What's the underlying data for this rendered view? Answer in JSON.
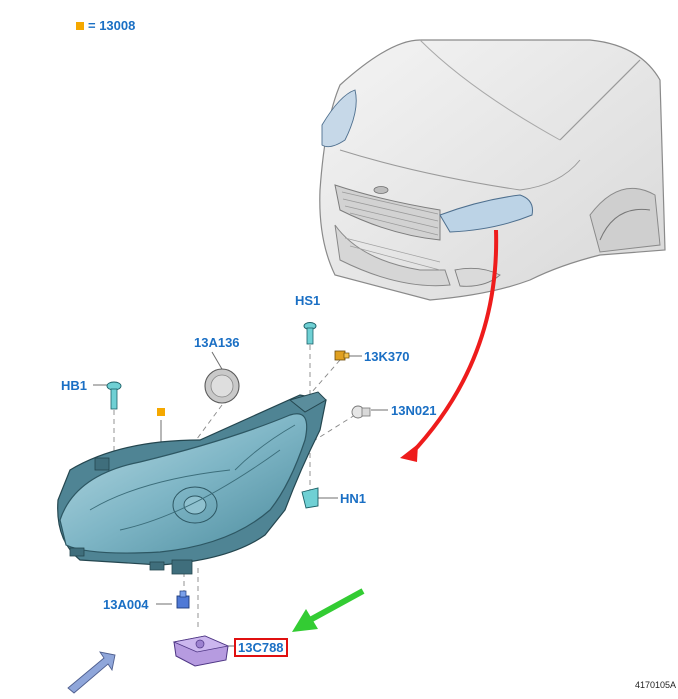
{
  "legend": {
    "swatch_color": "#f5a800",
    "text": "= 13008"
  },
  "labels": {
    "hs1": "HS1",
    "a136": "13A136",
    "k370": "13K370",
    "hb1": "HB1",
    "n021": "13N021",
    "hn1": "HN1",
    "a004": "13A004",
    "c788": "13C788"
  },
  "figure_number": "4170105A",
  "colors": {
    "label_blue": "#1a6fc4",
    "highlight_red": "#e01010",
    "arrow_red": "#ee1c1c",
    "arrow_green": "#33cc33",
    "headlamp_teal": "#5e9fb0",
    "module_violet": "#b69be0",
    "orientation_arrow": "#8fa6da"
  },
  "icons": [
    "headlamp-assembly",
    "car-front-view",
    "front-orientation-arrow"
  ]
}
